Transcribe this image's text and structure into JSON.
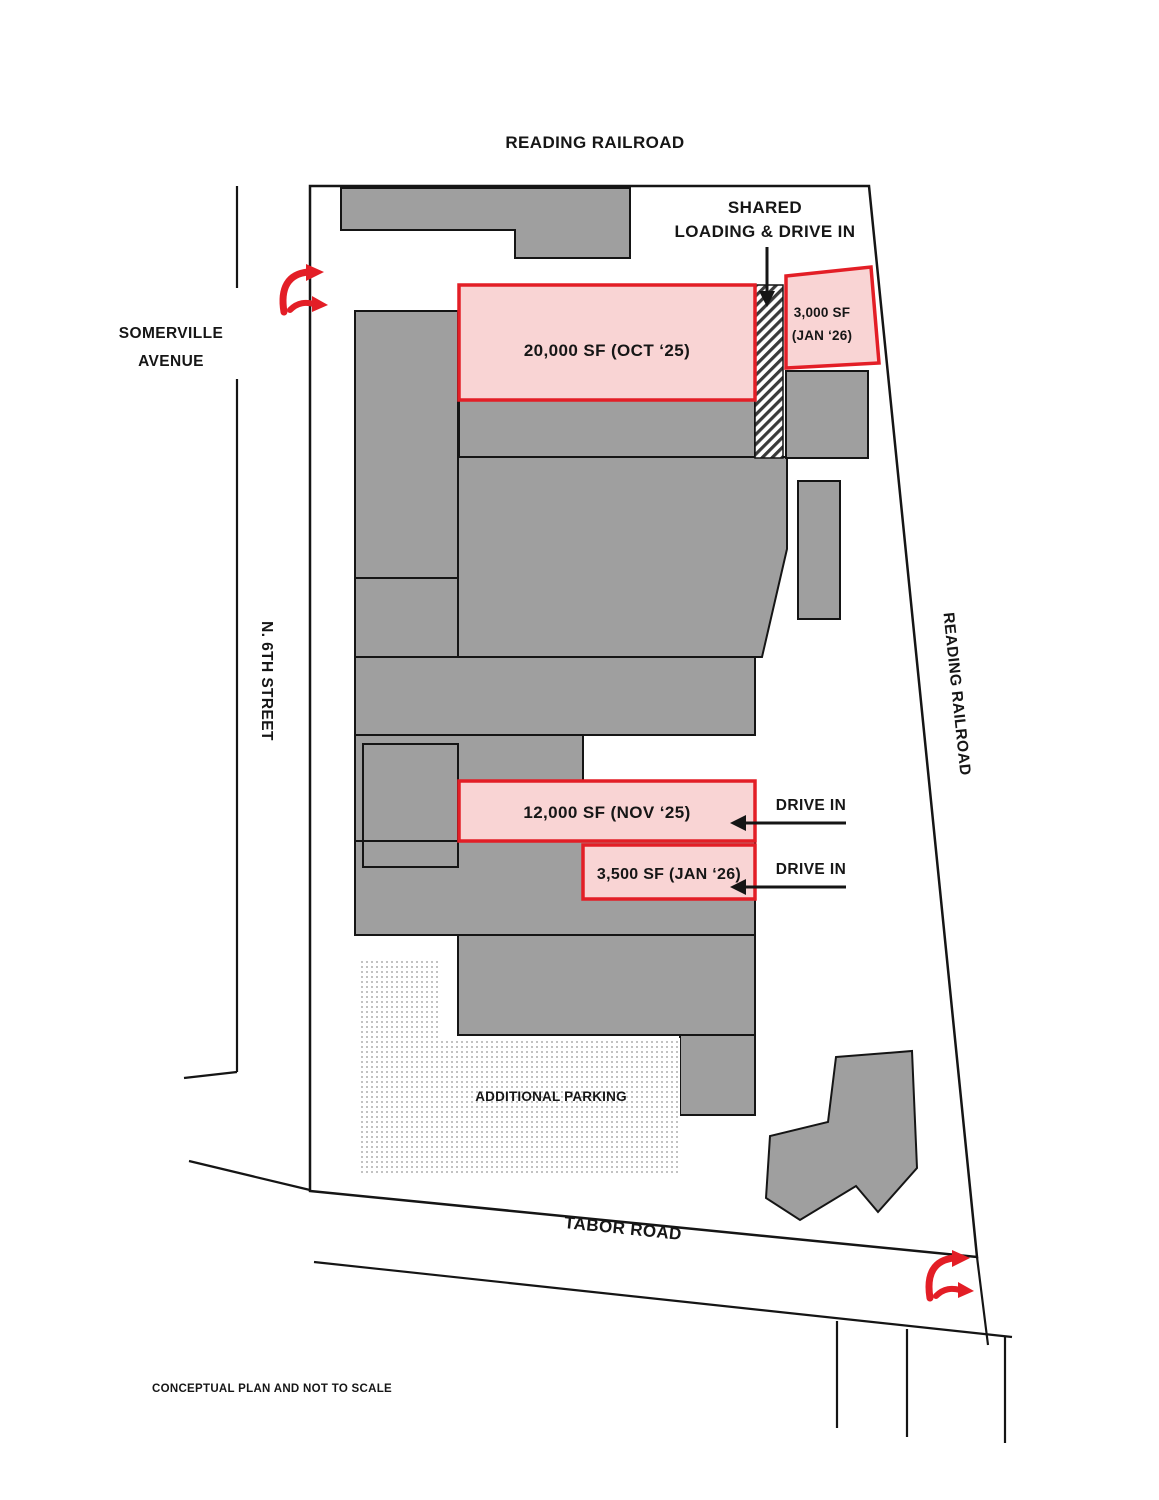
{
  "plan": {
    "top_label": "READING RAILROAD",
    "right_label": "READING RAILROAD",
    "streets": {
      "somerville_1": "SOMERVILLE",
      "somerville_2": "AVENUE",
      "n6th": "N. 6TH STREET",
      "tabor": "TABOR ROAD"
    },
    "callouts": {
      "shared_1": "SHARED",
      "shared_2": "LOADING & DRIVE IN",
      "drive_in_upper": "DRIVE IN",
      "drive_in_lower": "DRIVE IN",
      "additional_parking": "ADDITIONAL PARKING",
      "disclaimer": "CONCEPTUAL PLAN AND NOT TO SCALE"
    },
    "available_spaces": {
      "space_20000": "20,000 SF (OCT ‘25)",
      "space_3000_line1": "3,000 SF",
      "space_3000_line2": "(JAN ‘26)",
      "space_12000": "12,000 SF (NOV ‘25)",
      "space_3500": "3,500 SF (JAN ‘26)"
    },
    "colors": {
      "available_fill": "#f9d4d4",
      "available_stroke": "#e31e26",
      "building_fill": "#9f9f9f",
      "entry_arrow_red": "#e31e26",
      "line_black": "#151515"
    }
  }
}
